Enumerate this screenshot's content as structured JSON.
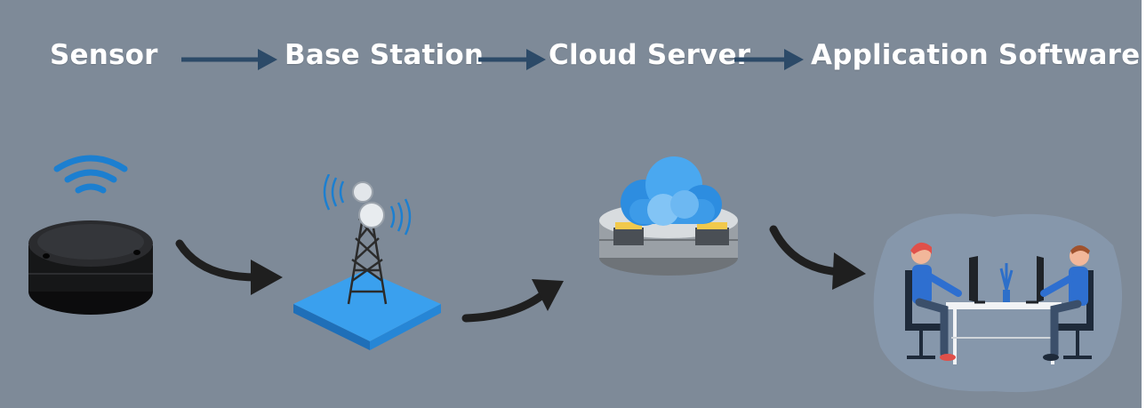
{
  "steps": [
    {
      "label": "Sensor",
      "icon": "sensor-device-icon"
    },
    {
      "label": "Base Station",
      "icon": "cell-tower-icon"
    },
    {
      "label": "Cloud Server",
      "icon": "cloud-server-icon"
    },
    {
      "label": "Application Software",
      "icon": "office-workers-icon"
    }
  ],
  "colors": {
    "background": "#7e8a98",
    "label_text": "#ffffff",
    "flow_arrow": "#2c4a68",
    "curved_arrow": "#1f1f1f",
    "wifi_signal": "#1c7fd0",
    "platform_blue": "#3aa0ee",
    "cloud_blue": "#2d8de0"
  }
}
